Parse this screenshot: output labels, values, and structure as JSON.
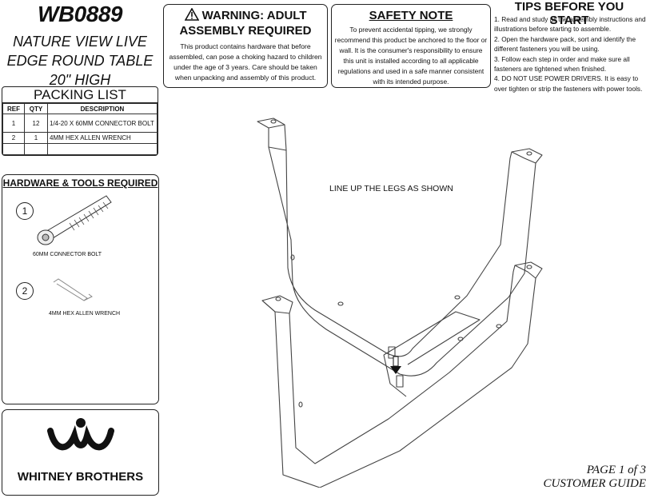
{
  "header": {
    "model": "WB0889",
    "product_name": "NATURE VIEW LIVE EDGE ROUND TABLE 20\" HIGH"
  },
  "packing_list": {
    "title": "PACKING LIST",
    "columns": [
      "REF",
      "QTY",
      "DESCRIPTION"
    ],
    "rows": [
      [
        "1",
        "12",
        "1/4-20 X 60MM CONNECTOR BOLT"
      ],
      [
        "2",
        "1",
        "4MM HEX ALLEN WRENCH"
      ],
      [
        "",
        "",
        ""
      ]
    ]
  },
  "hardware": {
    "title": "HARDWARE & TOOLS REQUIRED",
    "items": [
      {
        "number": "1",
        "caption": "60MM CONNECTOR BOLT"
      },
      {
        "number": "2",
        "caption": "4MM HEX ALLEN  WRENCH"
      }
    ]
  },
  "brand": {
    "name": "WHITNEY BROTHERS"
  },
  "warning": {
    "title_line1": "WARNING: ADULT",
    "title_line2": "ASSEMBLY REQUIRED",
    "body": "This product contains hardware that before assembled, can pose a choking hazard to children under the age of 3 years. Care should be taken when unpacking and assembly of this product."
  },
  "safety": {
    "title": "SAFETY NOTE",
    "body": "To prevent accidental tipping, we strongly recommend this product be anchored to the floor or wall. It is the consumer's responsibility to ensure this unit is installed according to all applicable regulations and used in a safe manner consistent with its intended purpose."
  },
  "tips": {
    "title": "TIPS BEFORE YOU START",
    "items": [
      "1. Read and study all the assembly instructions and illustrations before starting to assemble.",
      "2. Open the hardware pack, sort and identify the different fasteners you will be using.",
      "3.  Follow each step in order and make sure all fasteners are tightened when finished.",
      "4.  DO NOT USE POWER DRIVERS. It is easy to over tighten or strip the fasteners with power tools."
    ]
  },
  "step": {
    "instruction": "LINE UP THE LEGS AS SHOWN"
  },
  "footer": {
    "page": "PAGE 1 of 3",
    "guide": "CUSTOMER GUIDE"
  }
}
